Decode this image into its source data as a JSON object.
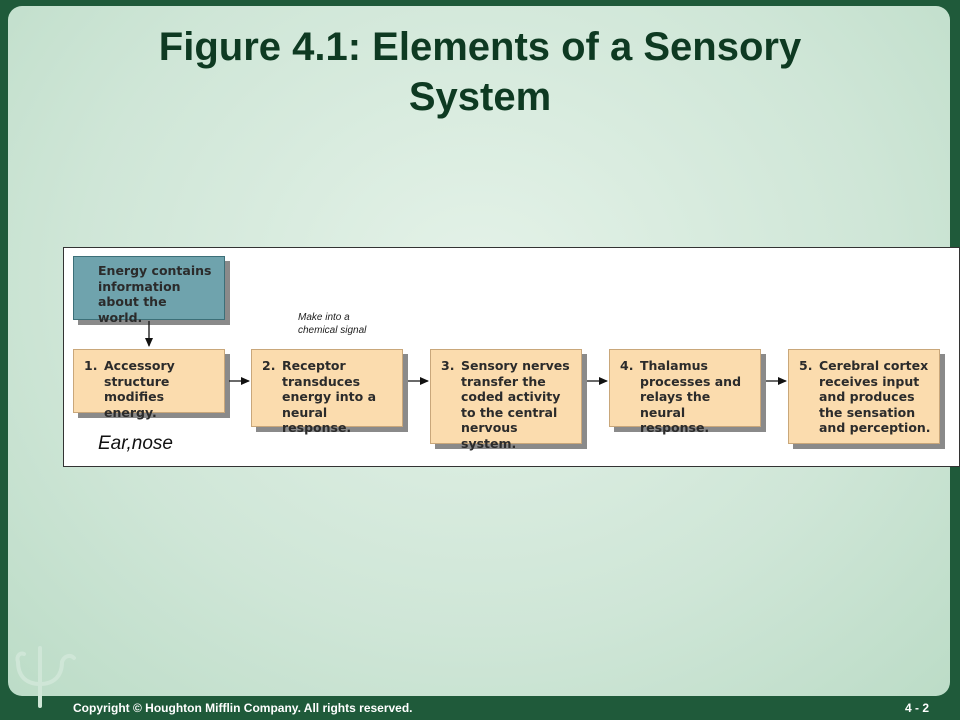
{
  "title": {
    "line1": "Figure 4.1: Elements of a Sensory",
    "line2": "System"
  },
  "diagram": {
    "energy_box": {
      "lines": [
        "Energy contains",
        "information",
        "about the world."
      ]
    },
    "steps": [
      {
        "num": "1.",
        "lines": [
          "Accessory",
          "structure",
          "modifies energy."
        ]
      },
      {
        "num": "2.",
        "lines": [
          "Receptor",
          "transduces",
          "energy into a",
          "neural response."
        ]
      },
      {
        "num": "3.",
        "lines": [
          "Sensory nerves",
          "transfer the",
          "coded activity",
          "to the central",
          "nervous system."
        ]
      },
      {
        "num": "4.",
        "lines": [
          "Thalamus",
          "processes and",
          "relays the",
          "neural response."
        ]
      },
      {
        "num": "5.",
        "lines": [
          "Cerebral cortex",
          "receives input",
          "and produces",
          "the sensation",
          "and perception."
        ]
      }
    ],
    "annotation_receptor": {
      "lines": [
        "Make into a",
        "chemical signal"
      ]
    },
    "annotation_accessory": "Ear,nose"
  },
  "footer": {
    "copyright": "Copyright © Houghton Mifflin Company. All rights reserved.",
    "page": "4 - 2"
  },
  "colors": {
    "frame": "#1f5a3a",
    "energy_box": "#6fa3ad",
    "step_box": "#fbdcae",
    "title": "#0e3a22"
  },
  "icons": {
    "logo": "psi-logo-icon",
    "flow": "arrow-right-icon"
  }
}
